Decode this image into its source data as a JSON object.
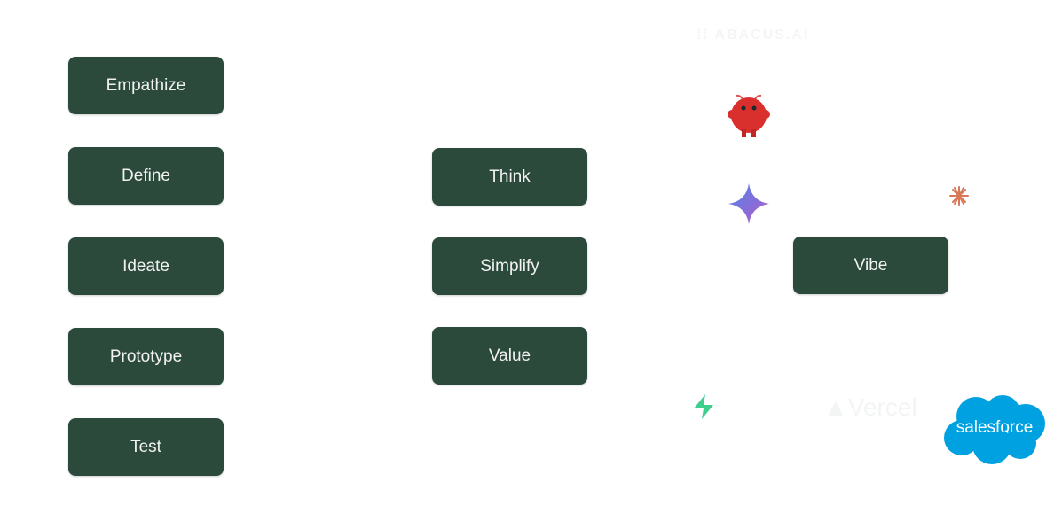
{
  "design_thinking": [
    "Empathize",
    "Define",
    "Ideate",
    "Prototype",
    "Test"
  ],
  "principles": [
    "Think",
    "Simplify",
    "Value"
  ],
  "vibe": "Vibe",
  "logos": {
    "abacus": "ABACUS.AI",
    "vercel": "Vercel",
    "salesforce": "salesforce"
  },
  "colors": {
    "box": "#2b4a3c",
    "salesforce": "#00a1e0",
    "claude": "#d97757",
    "supabase": "#3ecf8e",
    "mascot": "#d9302e"
  }
}
